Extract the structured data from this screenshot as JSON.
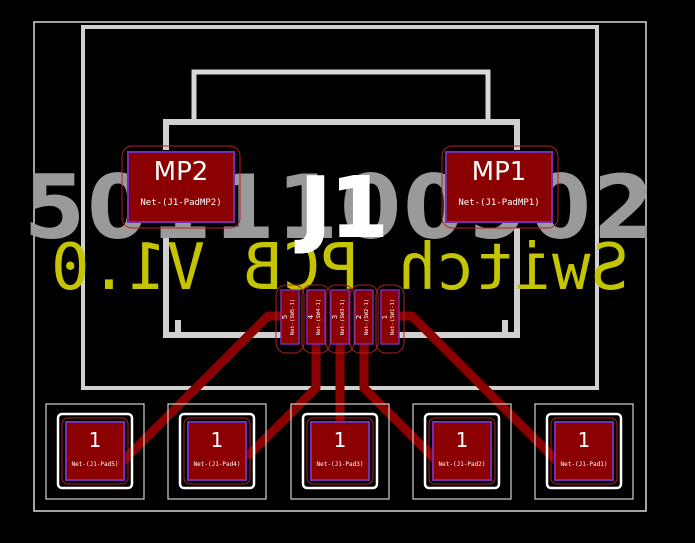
{
  "board": {
    "part_number": "5011100902",
    "title_mirrored": "Switch PCB V1.0",
    "reference": "J1"
  },
  "mounting_pads": [
    {
      "name": "MP2",
      "net": "Net-(J1-PadMP2)"
    },
    {
      "name": "MP1",
      "net": "Net-(J1-PadMP1)"
    }
  ],
  "connector_pins": [
    {
      "number": "5",
      "net": "Net-(SW5-1)"
    },
    {
      "number": "4",
      "net": "Net-(SW4-1)"
    },
    {
      "number": "3",
      "net": "Net-(SW3-1)"
    },
    {
      "number": "2",
      "net": "Net-(SW2-1)"
    },
    {
      "number": "1",
      "net": "Net-(SW1-1)"
    }
  ],
  "switch_pads": [
    {
      "number": "1",
      "net": "Net-(J1-Pad5)"
    },
    {
      "number": "1",
      "net": "Net-(J1-Pad4)"
    },
    {
      "number": "1",
      "net": "Net-(J1-Pad3)"
    },
    {
      "number": "1",
      "net": "Net-(J1-Pad2)"
    },
    {
      "number": "1",
      "net": "Net-(J1-Pad1)"
    }
  ],
  "colors": {
    "background": "#000000",
    "edge_cuts": "#d0d0d0",
    "silkscreen": "#ffffff",
    "silkscreen_back": "#c4c400",
    "fab_text": "#9a9a9a",
    "copper": "#8b0000",
    "pad_outline": "#7a2cb0",
    "courtyard": "#e85050"
  }
}
